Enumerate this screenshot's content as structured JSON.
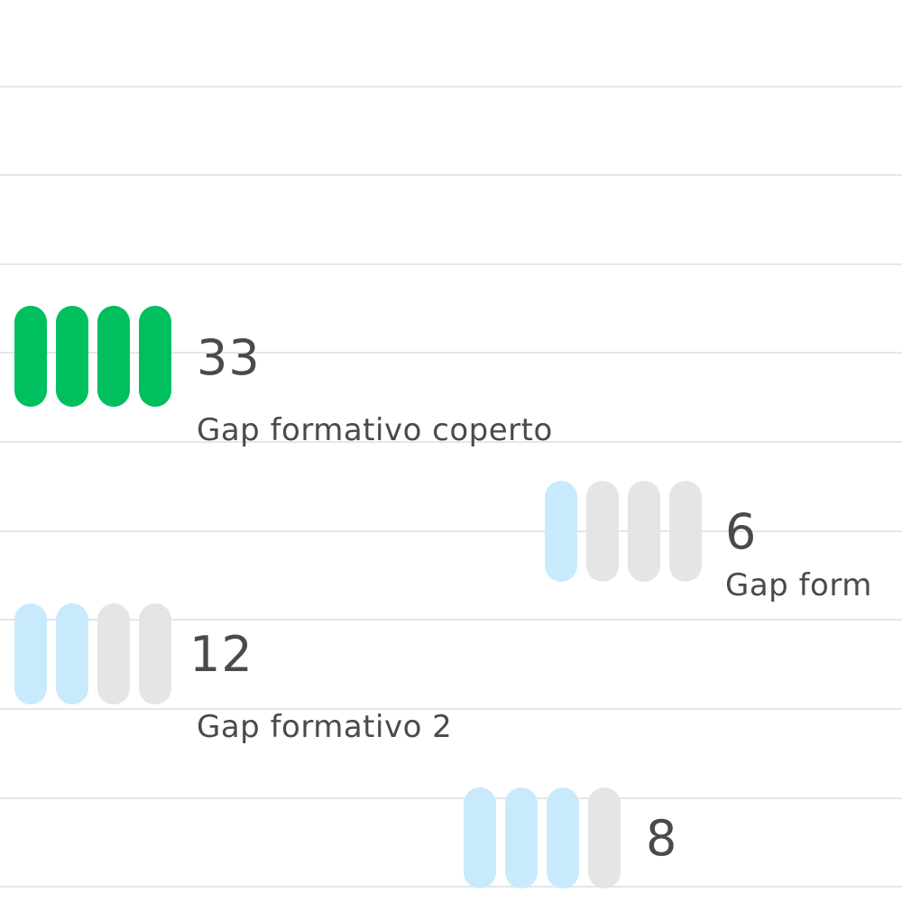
{
  "colors": {
    "filled_full": "#00bf5f",
    "filled_partial": "#c9eafc",
    "empty": "#e6e5e6",
    "gridline": "#e6e6e6",
    "text": "#4a4a4a"
  },
  "cards": [
    {
      "value": "33",
      "label": "Gap formativo coperto",
      "level": "4 of 4",
      "status": "complete"
    },
    {
      "value": "6",
      "label": "Gap form",
      "level": "1 of 4",
      "status": "partial"
    },
    {
      "value": "12",
      "label": "Gap formativo 2",
      "level": "2 of 4",
      "status": "partial"
    },
    {
      "value": "8",
      "label": "",
      "level": "3 of 4",
      "status": "partial"
    }
  ]
}
